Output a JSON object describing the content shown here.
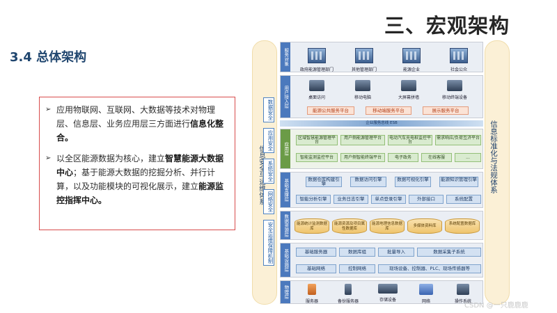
{
  "header": {
    "title": "三、宏观架构",
    "section": "3.4 总体架构"
  },
  "content": {
    "bullet_mark": "➢",
    "bullets": [
      {
        "pre": "应用物联网、互联网、大数据等技术对物理层、信息层、业务应用层三方面进行",
        "bold": "信息化整合。",
        "mid": "",
        "bold2": ""
      },
      {
        "pre": "以全区能源数据为核心，建立",
        "bold": "智慧能源大数据中心",
        "mid": "；基于能源大数据的挖掘分析、并行计算，以及功能模块的可视化展示，建立",
        "bold2": "能源监控指挥中心。"
      }
    ]
  },
  "architecture": {
    "left_pill": "信息安全与运维体系",
    "right_pill": "信息标准化与法规体系",
    "security_tags": [
      "数据安全",
      "应用安全",
      "系统安全",
      "网络安全",
      "安全运维保障机制"
    ],
    "layers": {
      "users": {
        "tag": "服务对象",
        "items": [
          "政府能源管理部门",
          "其他管理部门",
          "能源企业",
          "社会公众"
        ]
      },
      "access": {
        "tag": "用户接入层",
        "devices": [
          "桌面访问",
          "移动电脑",
          "大屏幕拼墙",
          "移动终端设备"
        ],
        "platforms": [
          "能源公共服务平台",
          "移动端服务平台",
          "展示服务平台"
        ]
      },
      "bus_label": "企业服务总线 ESB",
      "application": {
        "tag": "应用层",
        "row1": [
          "区域智慧能源管理平台",
          "用户侧能源管理平台",
          "电动汽车充电桩监控平台",
          "需求响应/负荷互济平台"
        ],
        "row2": [
          "智能监测监控平台",
          "用户侧智能终端平台",
          "电子政务",
          "在线客服",
          "..."
        ]
      },
      "support": {
        "tag": "基础支撑层",
        "row1": [
          "数据仓库构建引擎",
          "数据访问引擎",
          "数据可视化引擎",
          "能源知识管理引擎"
        ],
        "row2": [
          "智能分析引擎",
          "业务日志引擎",
          "单点登录引擎",
          "外部接口",
          "系统配置"
        ]
      },
      "data": {
        "tag": "数据资源层",
        "items": [
          "能源统计监测数据库",
          "能源资源及项目属性数据库",
          "能源地理信息数据库",
          "多媒体资料库",
          "系统配置数据库"
        ]
      },
      "infra": {
        "tag": "基础设施层",
        "row1": [
          "基础服务器",
          "数据库组",
          "批量导入",
          "数据采集子系统"
        ],
        "row2": [
          "基础网络",
          "控制网络",
          "现场设备、控制器、PLC、现场传感器等"
        ]
      },
      "physical": {
        "tag": "物理层",
        "items": [
          "服务器",
          "备份服务器",
          "存储设备",
          "网络",
          "操作系统"
        ]
      }
    }
  },
  "watermark": "CSDN @一只鹿鹿鹿"
}
